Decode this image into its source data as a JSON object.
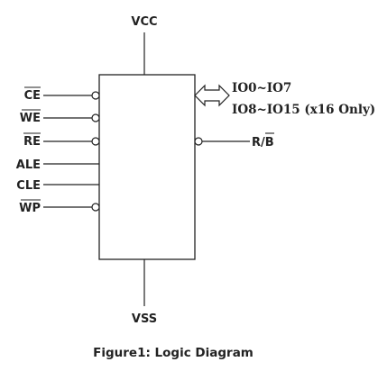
{
  "power": {
    "vcc": "VCC",
    "vss": "VSS"
  },
  "inputs": {
    "ce": "CE",
    "we": "WE",
    "re": "RE",
    "ale": "ALE",
    "cle": "CLE",
    "wp": "WP"
  },
  "outputs": {
    "io_low": "IO0~IO7",
    "io_high": "IO8~IO15 (x16 Only)",
    "rb_r": "R/",
    "rb_b": "B"
  },
  "caption": "Figure1: Logic Diagram"
}
